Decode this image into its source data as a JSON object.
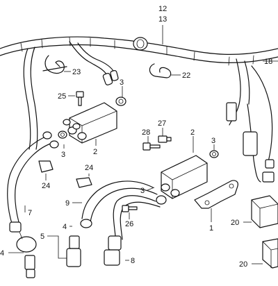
{
  "diagram": {
    "callouts": {
      "c12": "12",
      "c13": "13",
      "c18": "18",
      "c22": "22",
      "c23": "23",
      "c25": "25",
      "c3a": "3",
      "c3b": "3",
      "c3c": "3",
      "c3d": "3",
      "c2a": "2",
      "c2b": "2",
      "c28": "28",
      "c27": "27",
      "c24": "24",
      "c24b": "24",
      "c7": "7",
      "c9": "9",
      "c26": "26",
      "c1": "1",
      "c4": "4",
      "c4b": "4",
      "c5": "5",
      "c8": "8",
      "c20a": "20",
      "c20b": "20"
    }
  }
}
